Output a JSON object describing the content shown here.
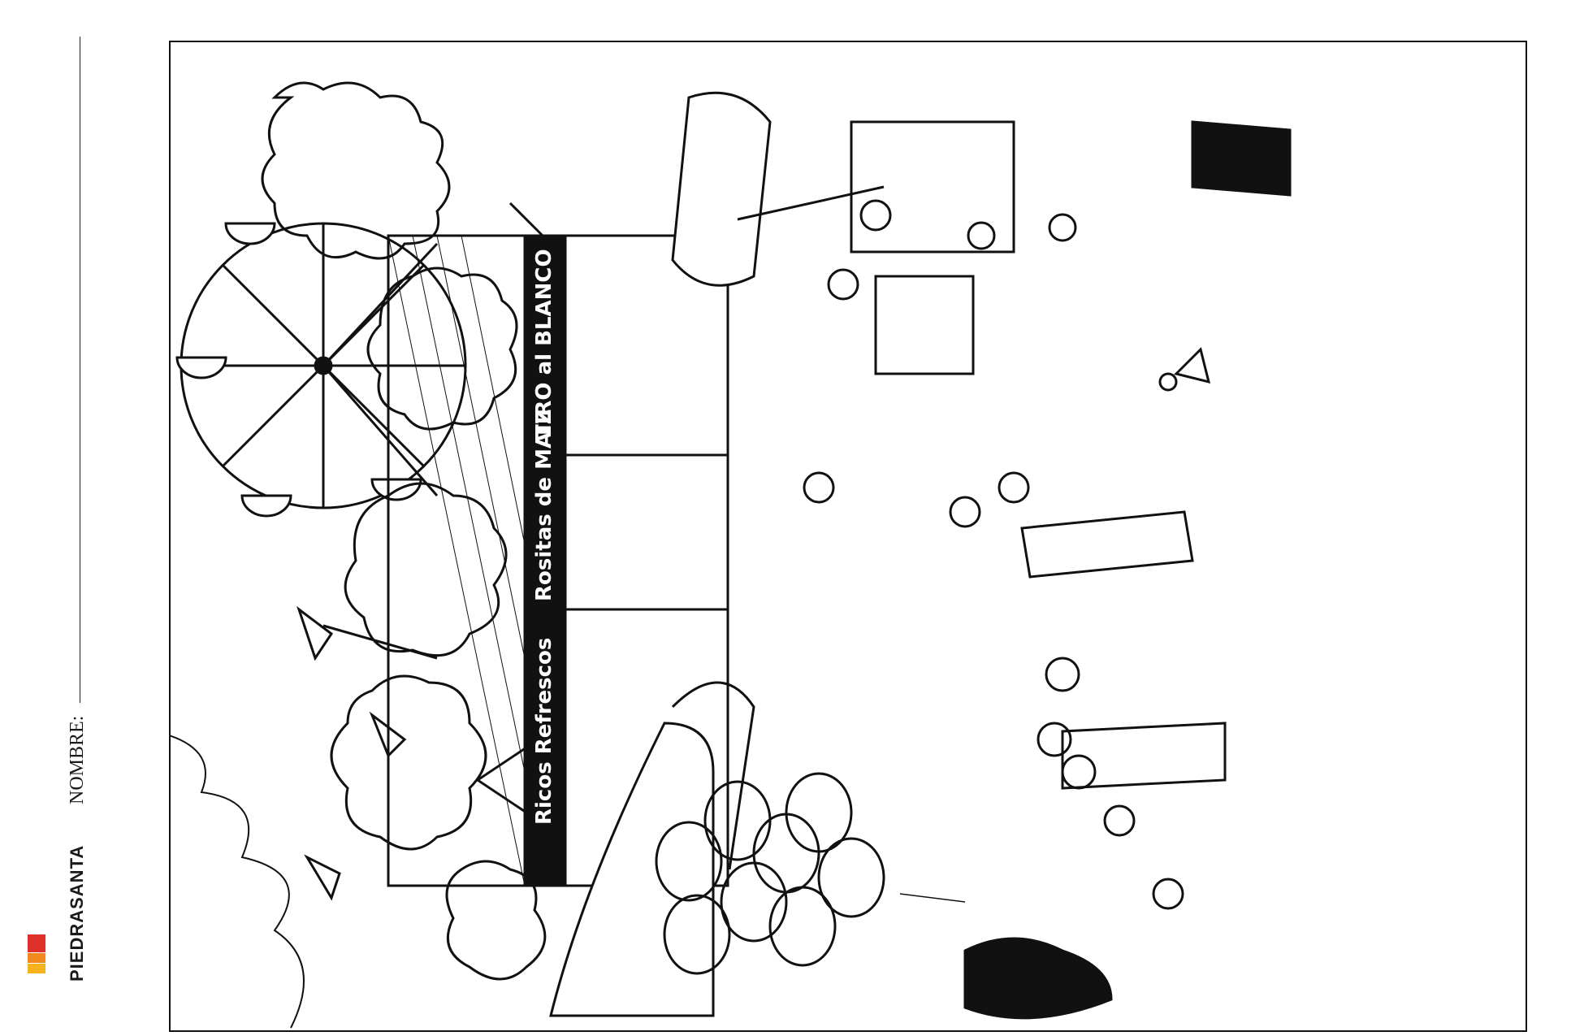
{
  "brand": {
    "name": "PIEDRASANTA",
    "colors": {
      "red": "#e0302a",
      "orange": "#f08a1e",
      "yellow": "#f5b21c"
    }
  },
  "worksheet": {
    "name_label": "NOMBRE:"
  },
  "scene": {
    "stall_signs": [
      {
        "text": "Ricos Refrescos"
      },
      {
        "text": "Rositas de MAIZ"
      },
      {
        "text": "TIRO al BLANCO"
      }
    ],
    "illustration_color": "#111111"
  }
}
